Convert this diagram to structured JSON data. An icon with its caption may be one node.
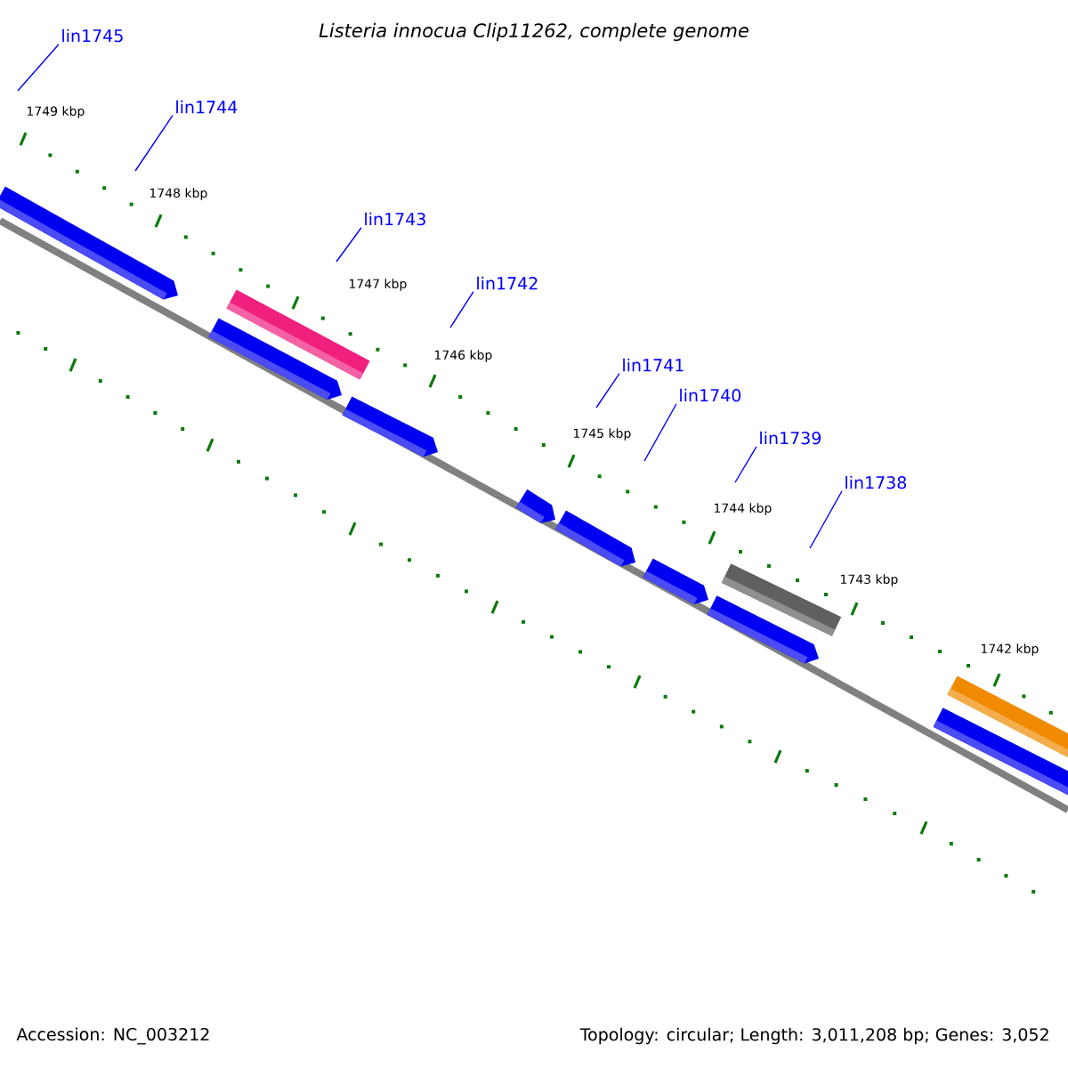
{
  "diagram": {
    "title": "Listeria innocua Clip11262, complete genome",
    "nodes": [
      {
        "text": [
          "lin1745"
        ]
      },
      {
        "text": [
          "lin1744"
        ]
      },
      {
        "text": [
          "lin1743"
        ]
      },
      {
        "text": [
          "lin1742"
        ]
      },
      {
        "text": [
          "lin1741"
        ]
      },
      {
        "text": [
          "lin1740"
        ]
      },
      {
        "text": [
          "lin1739"
        ]
      },
      {
        "text": [
          "lin1738"
        ]
      }
    ],
    "edges": [
      {
        "from": 0,
        "to": null,
        "arrow": "none"
      },
      {
        "from": 1,
        "to": null,
        "arrow": "none"
      },
      {
        "from": 2,
        "to": null,
        "arrow": "none"
      },
      {
        "from": 3,
        "to": null,
        "arrow": "none"
      },
      {
        "from": 4,
        "to": null,
        "arrow": "none"
      },
      {
        "from": 5,
        "to": null,
        "arrow": "none"
      },
      {
        "from": 6,
        "to": null,
        "arrow": "none"
      },
      {
        "from": 7,
        "to": null,
        "arrow": "none"
      }
    ],
    "labels": [
      "1749 kbp",
      "1748 kbp",
      "1747 kbp",
      "1746 kbp",
      "1745 kbp",
      "1744 kbp",
      "1743 kbp",
      "1742 kbp",
      "Accession: NC_003212",
      "Topology: circular; Length: 3,011,208 bp; Genes: 3,052"
    ]
  }
}
